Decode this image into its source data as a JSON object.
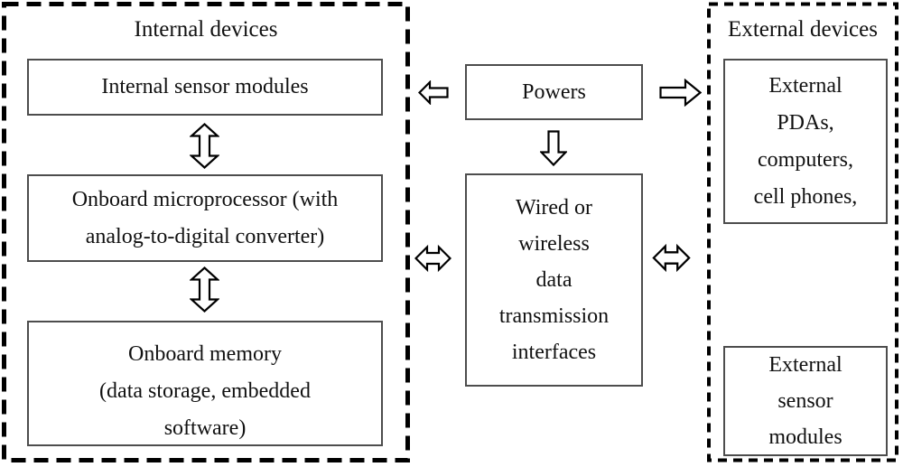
{
  "diagram": {
    "internal_panel": {
      "title": "Internal devices",
      "sensor_box_lines": [
        "Internal sensor modules"
      ],
      "microprocessor_box_lines": [
        "Onboard microprocessor (with",
        "analog-to-digital converter)"
      ],
      "memory_box_lines": [
        "Onboard memory",
        "(data storage, embedded",
        "software)"
      ]
    },
    "center": {
      "powers_label": "Powers",
      "transmission_box_lines": [
        "Wired or",
        "wireless",
        "data",
        "transmission",
        "interfaces"
      ]
    },
    "external_panel": {
      "title": "External devices",
      "pdas_box_lines": [
        "External",
        "PDAs,",
        "computers,",
        "cell phones,"
      ],
      "sensor_box_lines": [
        "External",
        "sensor",
        "modules"
      ]
    }
  },
  "icons": {
    "vertical_double_arrow": "⇕",
    "horizontal_double_arrow": "⇔",
    "left_block_arrow": "⇦",
    "right_block_arrow": "⇨",
    "down_block_arrow": "⇩"
  },
  "colors": {
    "line": "#000000",
    "box_border": "#4d4d4d",
    "text": "#111111",
    "background": "#ffffff"
  }
}
